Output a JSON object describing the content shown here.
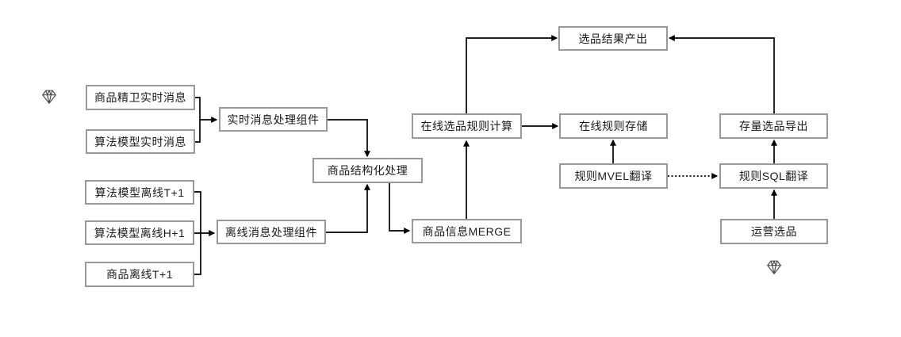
{
  "colors": {
    "background": "#ffffff",
    "box_border": "#999999",
    "text": "#1a1a1a",
    "arrow": "#000000"
  },
  "nodes": [
    {
      "id": "jingwei-realtime-msg",
      "label": "商品精卫实时消息"
    },
    {
      "id": "algo-model-realtime-msg",
      "label": "算法模型实时消息"
    },
    {
      "id": "realtime-msg-processor",
      "label": "实时消息处理组件"
    },
    {
      "id": "algo-model-offline-t1",
      "label": "算法模型离线T+1"
    },
    {
      "id": "algo-model-offline-h1",
      "label": "算法模型离线H+1"
    },
    {
      "id": "goods-offline-t1",
      "label": "商品离线T+1"
    },
    {
      "id": "offline-msg-processor",
      "label": "离线消息处理组件"
    },
    {
      "id": "goods-structuring",
      "label": "商品结构化处理"
    },
    {
      "id": "goods-info-merge",
      "label": "商品信息MERGE"
    },
    {
      "id": "online-selection-rule-calc",
      "label": "在线选品规则计算"
    },
    {
      "id": "selection-result-output",
      "label": "选品结果产出"
    },
    {
      "id": "online-rule-storage",
      "label": "在线规则存储"
    },
    {
      "id": "rule-mvel-translate",
      "label": "规则MVEL翻译"
    },
    {
      "id": "stock-selection-export",
      "label": "存量选品导出"
    },
    {
      "id": "rule-sql-translate",
      "label": "规则SQL翻译"
    },
    {
      "id": "ops-selection",
      "label": "运营选品"
    }
  ],
  "edges": [
    {
      "from": "商品精卫实时消息",
      "to": "实时消息处理组件",
      "style": "solid"
    },
    {
      "from": "算法模型实时消息",
      "to": "实时消息处理组件",
      "style": "solid"
    },
    {
      "from": "实时消息处理组件",
      "to": "商品结构化处理",
      "style": "solid"
    },
    {
      "from": "算法模型离线T+1",
      "to": "离线消息处理组件",
      "style": "solid"
    },
    {
      "from": "算法模型离线H+1",
      "to": "离线消息处理组件",
      "style": "solid"
    },
    {
      "from": "商品离线T+1",
      "to": "离线消息处理组件",
      "style": "solid"
    },
    {
      "from": "离线消息处理组件",
      "to": "商品结构化处理",
      "style": "solid"
    },
    {
      "from": "商品结构化处理",
      "to": "商品信息MERGE",
      "style": "solid"
    },
    {
      "from": "商品信息MERGE",
      "to": "在线选品规则计算",
      "style": "solid"
    },
    {
      "from": "在线选品规则计算",
      "to": "选品结果产出",
      "style": "solid"
    },
    {
      "from": "在线选品规则计算",
      "to": "在线规则存储",
      "style": "solid"
    },
    {
      "from": "规则MVEL翻译",
      "to": "在线规则存储",
      "style": "solid"
    },
    {
      "from": "规则MVEL翻译",
      "to": "规则SQL翻译",
      "style": "dotted"
    },
    {
      "from": "规则SQL翻译",
      "to": "存量选品导出",
      "style": "solid"
    },
    {
      "from": "存量选品导出",
      "to": "选品结果产出",
      "style": "solid"
    },
    {
      "from": "运营选品",
      "to": "规则SQL翻译",
      "style": "solid"
    }
  ],
  "icons": [
    {
      "name": "gem-icon",
      "position": "left-of-realtime-sources"
    },
    {
      "name": "gem-icon",
      "position": "below-ops-selection"
    }
  ]
}
